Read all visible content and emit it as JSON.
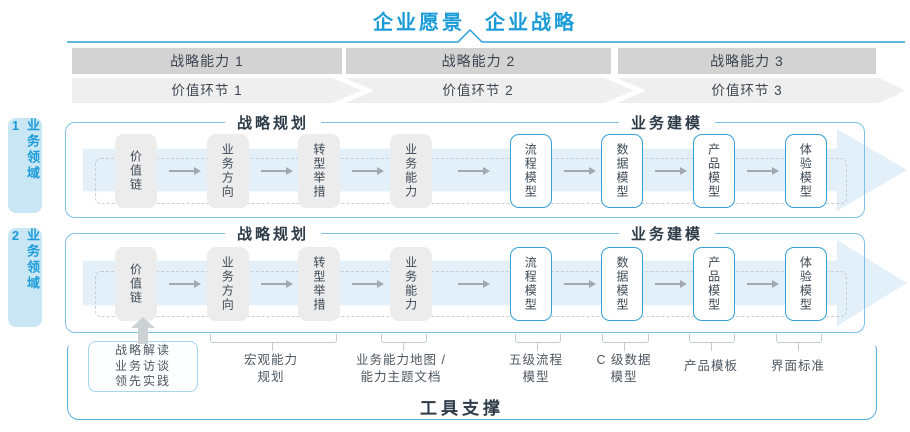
{
  "title": {
    "vision": "企业愿景",
    "strategy": "企业战略"
  },
  "strategic_capabilities": [
    "战略能力 1",
    "战略能力 2",
    "战略能力 3"
  ],
  "value_links": [
    "价值环节 1",
    "价值环节 2",
    "价值环节 3"
  ],
  "domains": [
    {
      "label": "业务领域 1",
      "planning_title": "战略规划",
      "modeling_title": "业务建模",
      "planning_steps": [
        "价值链",
        "业务方向",
        "转型举措",
        "业务能力"
      ],
      "modeling_steps": [
        "流程模型",
        "数据模型",
        "产品模型",
        "体验模型"
      ]
    },
    {
      "label": "业务领域 2",
      "planning_title": "战略规划",
      "modeling_title": "业务建模",
      "planning_steps": [
        "价值链",
        "业务方向",
        "转型举措",
        "业务能力"
      ],
      "modeling_steps": [
        "流程模型",
        "数据模型",
        "产品模型",
        "体验模型"
      ]
    }
  ],
  "annotations": {
    "practice_lines": [
      "战略解读",
      "业务访谈",
      "领先实践"
    ],
    "notes": [
      "宏观能力\n规划",
      "业务能力地图 /\n能力主题文档",
      "五级流程\n模型",
      "C 级数据\n模型",
      "产品模板",
      "界面标准"
    ]
  },
  "footer": {
    "tool_support": "工具支撑"
  },
  "colors": {
    "accent_blue": "#1b9cd8",
    "row_border_blue": "#7cc2e6",
    "band_blue": "#e3f0f9",
    "box_border_blue": "#35a0d6",
    "bar_gray": "#d3d3d3",
    "chevron_band_gray": "#efefef",
    "box_gray": "#ececec",
    "dark_text": "#2e3b48",
    "note_text": "#4d5761"
  }
}
